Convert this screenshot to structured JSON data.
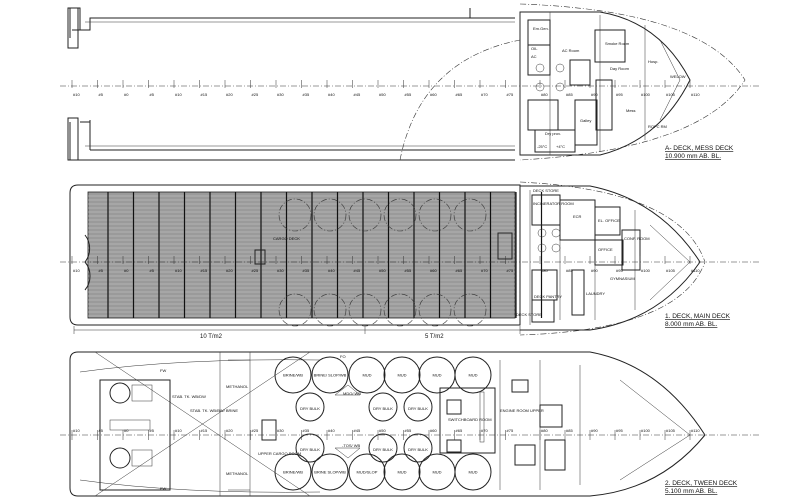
{
  "frame_labels_aft": [
    "#10",
    "#5",
    "#0",
    "#5",
    "#10",
    "#15",
    "#20",
    "#25",
    "#30",
    "#35",
    "#40",
    "#45",
    "#50",
    "#55",
    "#60",
    "#65",
    "#70",
    "#75"
  ],
  "frame_labels_fwd": [
    "#80",
    "#85",
    "#90",
    "#95",
    "#100",
    "#105",
    "#110"
  ],
  "a_deck": {
    "title_line1": "A- DECK, MESS DECK",
    "title_line2": "10.900 mm AB. BL.",
    "rooms": [
      "Em.Gen.",
      "AC Room",
      "Day Room",
      "Mess",
      "Galley",
      "Dry prov.",
      "-25°C",
      "+4°C",
      "Smoke Room",
      "Hosp.",
      "WELOW",
      "ROPC RM",
      "OIL",
      "AC"
    ]
  },
  "main_deck": {
    "title_line1": "1. DECK, MAIN DECK",
    "title_line2": "8.000 mm AB. BL.",
    "cargo_deck_label": "CARGO DECK",
    "load_aft": "10 T/m2",
    "load_fwd": "5 T/m2",
    "rooms": [
      "DECK STORE",
      "INCINERATOR ROOM",
      "ECR",
      "EL. OFFICE",
      "OFFICE",
      "CONF. ROOM",
      "GYMNASIUM",
      "DECK PANTRY",
      "LAUNDRY",
      "DECK STORE"
    ]
  },
  "tween_deck": {
    "title_line1": "2. DECK, TWEEN DECK",
    "title_line2": "5.100 mm AB. BL.",
    "tanks_top": [
      "BRINE/WB",
      "BRINE/ SLOP/WB",
      "MUD",
      "MUD",
      "MUD",
      "MUD"
    ],
    "tanks_bottom": [
      "BRINE/WB",
      "BRINE SLOP/WB",
      "MUD/SLOP",
      "MUD",
      "MUD",
      "MUD"
    ],
    "dry_bulk": [
      "DRY BULK",
      "DRY BULK",
      "DRY BULK",
      "DRY BULK",
      "DRY BULK",
      "DRY BULK"
    ],
    "rooms": [
      "SWITCHBOARD ROOM",
      "ENGINE ROOM UPPER",
      "UPPER CARGO ROOM",
      "METHANOL",
      "METHANOL",
      "STAB. TK. WB/DW",
      "STAB. TK. WB/BW/ BRINE",
      "FW",
      "FW",
      "FO",
      "MDO/ WB",
      "-TOS/ WB"
    ]
  },
  "colors": {
    "line": "#222222",
    "cargo_deck": "#9a9a9a"
  }
}
